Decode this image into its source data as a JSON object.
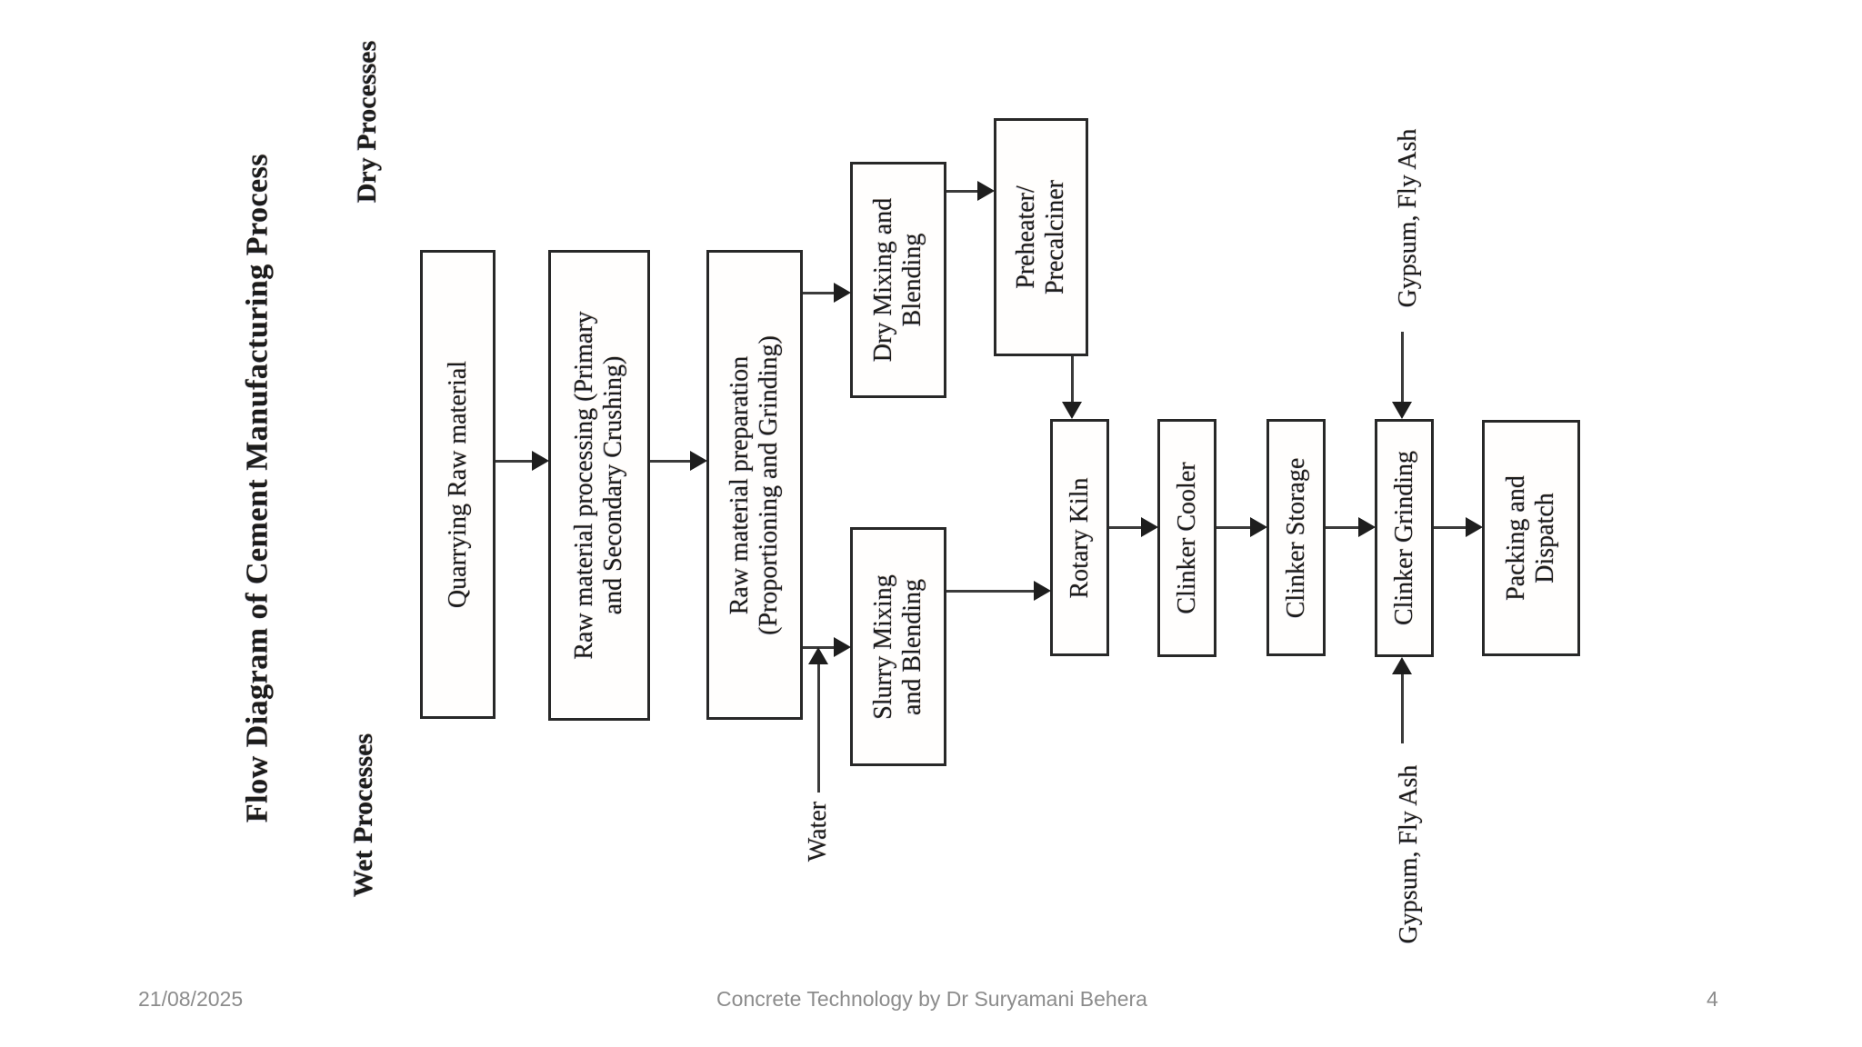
{
  "slide": {
    "background_color": "#ffffff",
    "ink_color": "#1c1c1c",
    "connector_color": "#3b3b3b",
    "footer_color": "#8c8c8c"
  },
  "diagram": {
    "title": "Flow Diagram of Cement Manufacturing Process",
    "branch_labels": {
      "dry": "Dry Processes",
      "wet": "Wet Processes"
    },
    "input_labels": {
      "water": "Water",
      "gypsum_top": "Gypsum, Fly Ash",
      "gypsum_bottom": "Gypsum, Fly Ash"
    },
    "nodes": [
      {
        "id": "quarrying",
        "lines": [
          "Quarrying Raw material"
        ]
      },
      {
        "id": "raw-processing",
        "lines": [
          "Raw material processing (Primary",
          "and Secondary Crushing)"
        ]
      },
      {
        "id": "raw-preparation",
        "lines": [
          "Raw material preparation",
          "(Proportioning and Grinding)"
        ]
      },
      {
        "id": "dry-mixing",
        "lines": [
          "Dry Mixing and",
          "Blending"
        ]
      },
      {
        "id": "preheater",
        "lines": [
          "Preheater/",
          "Precalciner"
        ]
      },
      {
        "id": "slurry-mixing",
        "lines": [
          "Slurry Mixing",
          "and Blending"
        ]
      },
      {
        "id": "rotary-kiln",
        "lines": [
          "Rotary Kiln"
        ]
      },
      {
        "id": "clinker-cooler",
        "lines": [
          "Clinker Cooler"
        ]
      },
      {
        "id": "clinker-storage",
        "lines": [
          "Clinker Storage"
        ]
      },
      {
        "id": "clinker-grinding",
        "lines": [
          "Clinker Grinding"
        ]
      },
      {
        "id": "packing-dispatch",
        "lines": [
          "Packing and",
          "Dispatch"
        ]
      }
    ]
  },
  "footer": {
    "date": "21/08/2025",
    "center_text": "Concrete Technology by Dr Suryamani Behera",
    "page_number": "4"
  }
}
